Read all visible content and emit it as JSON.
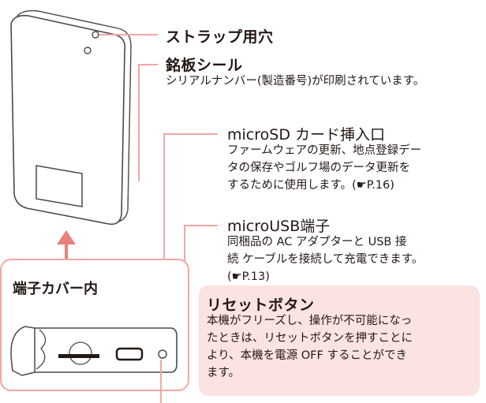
{
  "strap": {
    "title": "ストラップ用穴"
  },
  "nameplate": {
    "title": "銘板シール",
    "desc": "シリアルナンバー(製造番号)が印刷されています。"
  },
  "microsd": {
    "title": "microSD カード挿入口",
    "lines": [
      "ファームウェアの更新、地点登録デー",
      "タの保存やゴルフ場のデータ更新を",
      "するために使用します。(☛P.16)"
    ]
  },
  "microusb": {
    "title": "microUSB端子",
    "lines": [
      "同梱品の  AC アダプターと USB  接",
      "続 ケーブルを接続して充電できます。",
      "(☛P.13)"
    ]
  },
  "terminal_cover": {
    "label": "端子カバー内"
  },
  "reset": {
    "title": "リセットボタン",
    "lines": [
      "本機がフリーズし、操作が不可能になっ",
      "たときは、リセットボタンを押すことに",
      "より、本機を電源 OFF することができ",
      "ます。"
    ]
  },
  "colors": {
    "accent_line": "#f2a7a4",
    "reset_bg": "#fbe3e1",
    "text": "#231815"
  }
}
